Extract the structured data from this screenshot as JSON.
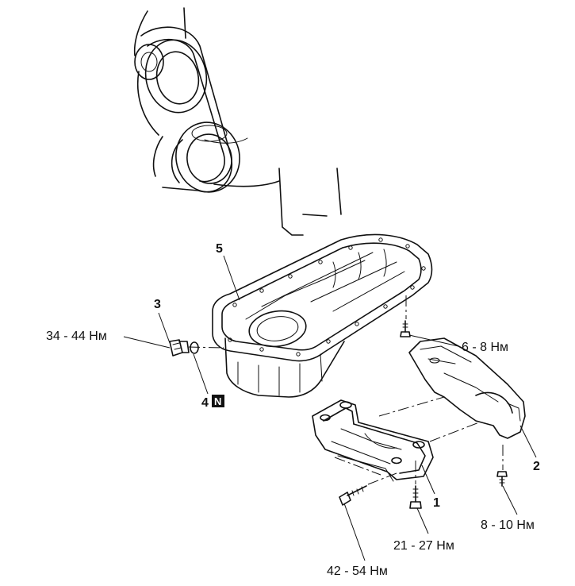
{
  "callouts": {
    "part_1": "1",
    "part_2": "2",
    "part_3": "3",
    "part_4": "4",
    "part_4_badge": "N",
    "part_5": "5"
  },
  "torques": {
    "drain_plug": "34 - 44 Нм",
    "pan_bolt": "6 - 8 Нм",
    "cover_bolt": "8 - 10 Нм",
    "bracket_bolt_short": "21 - 27 Нм",
    "bracket_bolt_long": "42 - 54 Нм"
  }
}
